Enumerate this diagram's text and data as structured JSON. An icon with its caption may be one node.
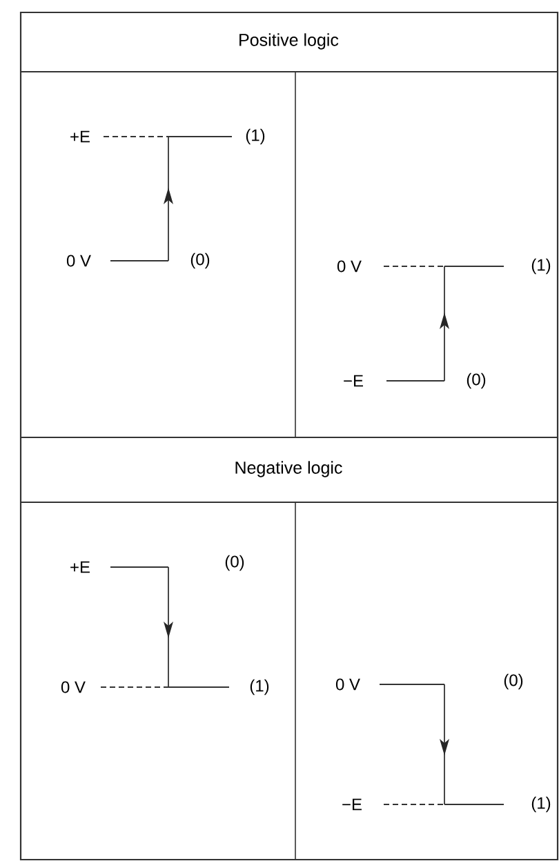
{
  "diagram": {
    "labels": [
      "Positive logic",
      "+E",
      "(1)",
      "0 V",
      "(0)",
      "0 V",
      "(1)",
      "−E",
      "(0)",
      "Negative logic",
      "+E",
      "(0)",
      "0 V",
      "(1)",
      "0 V",
      "(0)",
      "−E",
      "(1)"
    ]
  }
}
